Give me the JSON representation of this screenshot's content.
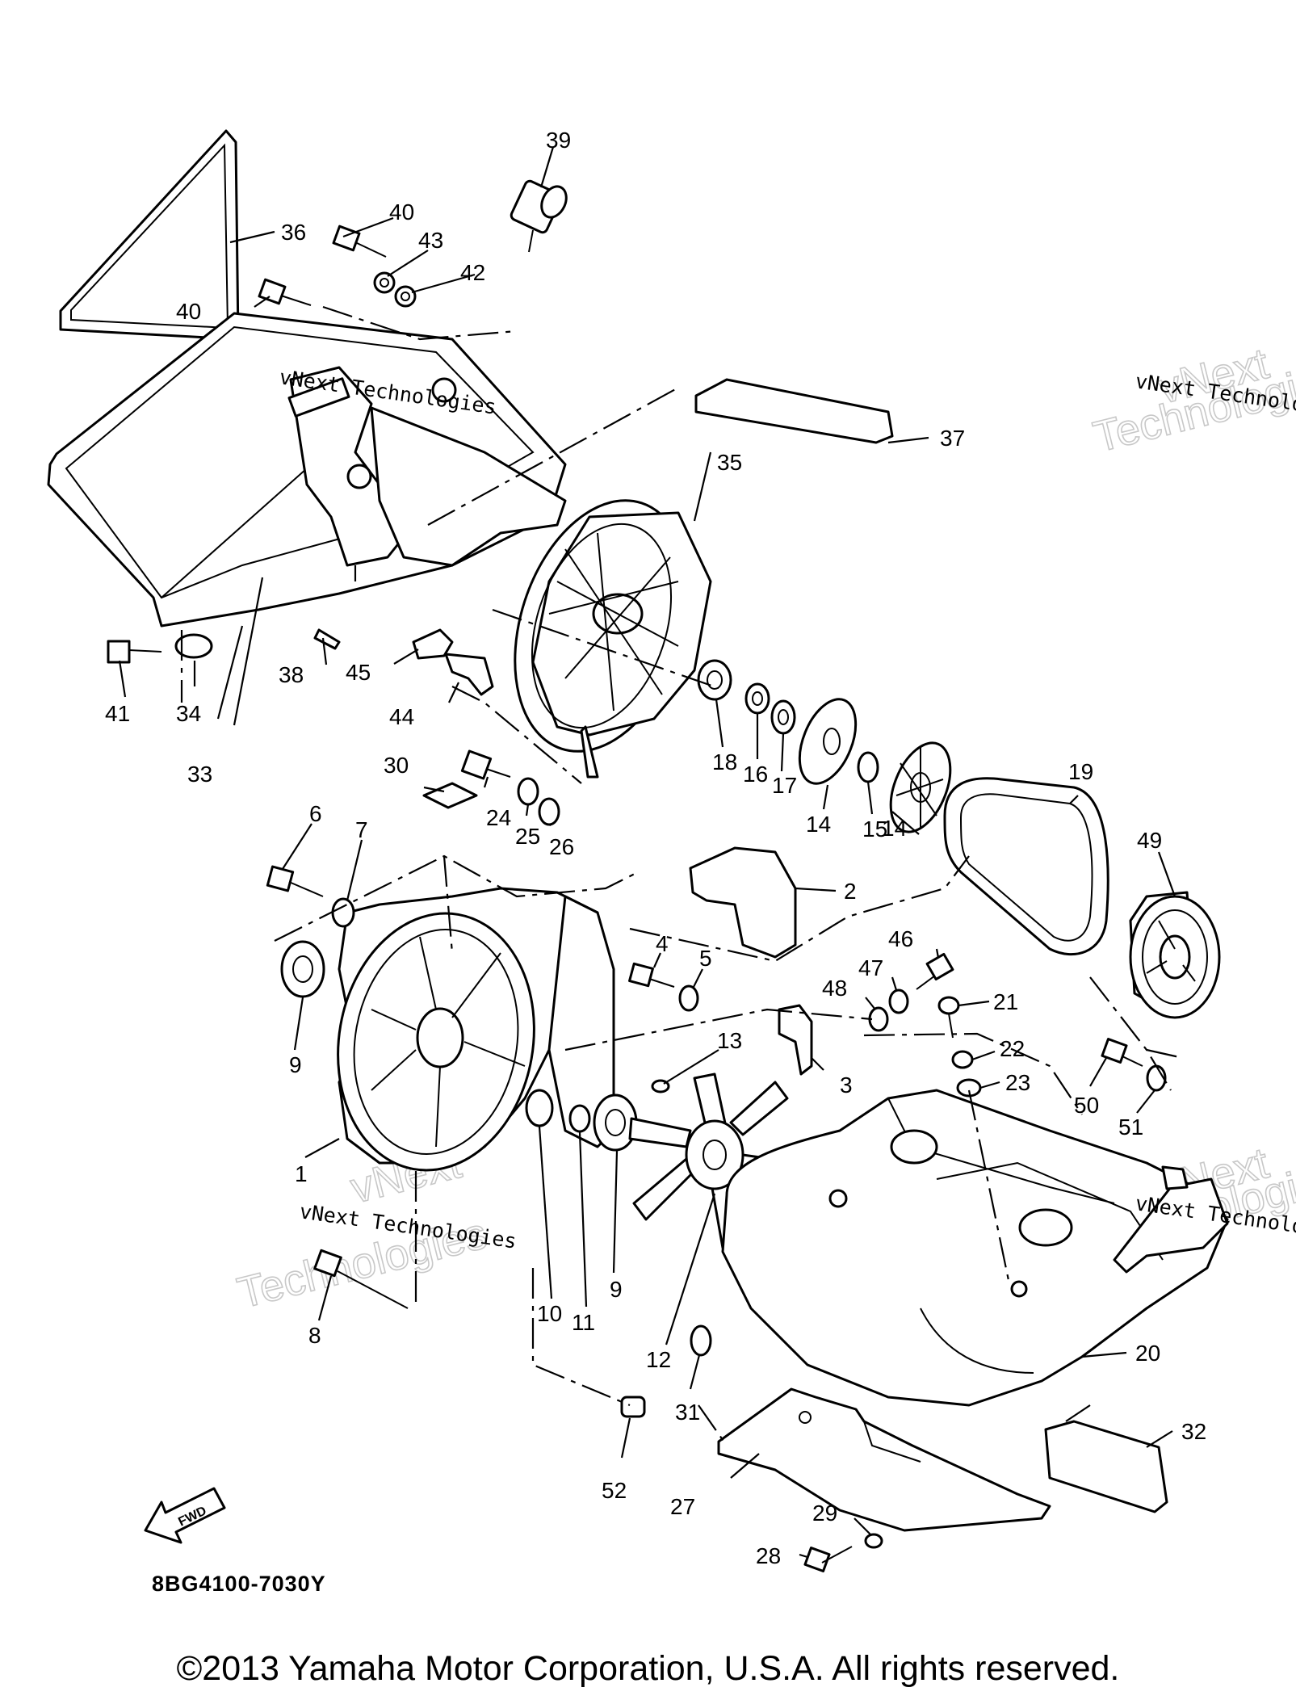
{
  "diagram": {
    "callouts": [
      "1",
      "2",
      "3",
      "4",
      "5",
      "6",
      "7",
      "8",
      "9",
      "9",
      "10",
      "11",
      "12",
      "13",
      "14",
      "14",
      "15",
      "16",
      "17",
      "18",
      "19",
      "20",
      "21",
      "22",
      "23",
      "24",
      "25",
      "26",
      "27",
      "28",
      "29",
      "30",
      "31",
      "32",
      "33",
      "34",
      "35",
      "36",
      "37",
      "38",
      "39",
      "40",
      "40",
      "41",
      "42",
      "43",
      "44",
      "45",
      "46",
      "47",
      "48",
      "49",
      "50",
      "51",
      "52"
    ],
    "fwd_label": "FWD",
    "reference_code": "8BG4100-7030Y",
    "watermark": [
      "vNext Technologies",
      "vNext Technologies",
      "vNext Technologies",
      "vNext Technologies"
    ]
  },
  "footer": {
    "copyright": "©2013 Yamaha Motor Corporation, U.S.A. All rights reserved."
  }
}
